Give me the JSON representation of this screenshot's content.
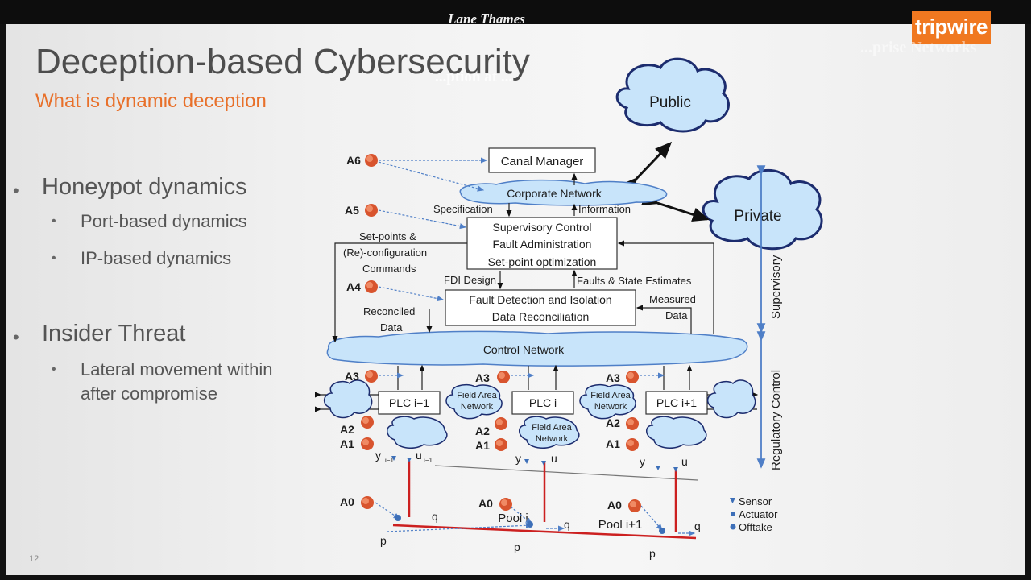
{
  "overlay": {
    "speaker": "Lane Thames",
    "logo": "tripwire",
    "ghost_right": "...prise Networks",
    "ghost_center": "...ption at ..."
  },
  "slide": {
    "title": "Deception-based Cybersecurity",
    "subtitle": "What is dynamic deception",
    "page_number": "12",
    "bullets": [
      {
        "text": "Honeypot dynamics",
        "sub": [
          "Port-based dynamics",
          "IP-based dynamics"
        ]
      },
      {
        "text": "Insider Threat",
        "sub": [
          "Lateral movement within",
          "after compromise"
        ]
      }
    ]
  },
  "diagram": {
    "clouds": {
      "public": "Public",
      "private": "Private",
      "corporate": "Corporate Network",
      "control": "Control Network"
    },
    "boxes": {
      "canal": "Canal Manager",
      "supervisory": [
        "Supervisory Control",
        "Fault Administration",
        "Set-point optimization"
      ],
      "fdi": [
        "Fault Detection and Isolation",
        "Data Reconciliation"
      ],
      "plc1": "PLC i−1",
      "plc2": "PLC i",
      "plc3": "PLC i+1"
    },
    "labels": {
      "spec": "Specification",
      "info": "Information",
      "setpoints": [
        "Set-points &",
        "(Re)-configuration",
        "Commands"
      ],
      "fdi_design": "FDI Design",
      "faults": "Faults & State Estimates",
      "reconciled": [
        "Reconciled",
        "Data"
      ],
      "measured": [
        "Measured",
        "Data"
      ],
      "field_area": [
        "Field Area",
        "Network"
      ],
      "supervisory_side": "Supervisory",
      "regulatory_side": "Regulatory Control",
      "pool_i": "Pool i",
      "pool_i1": "Pool i+1",
      "yd": [
        "y",
        "i−1"
      ],
      "u": [
        "u",
        "i−1"
      ],
      "qs": [
        "q",
        "q",
        "q"
      ],
      "ps": [
        "p",
        "p",
        "p"
      ]
    },
    "attackers": [
      "A6",
      "A5",
      "A4",
      "A3",
      "A3",
      "A3",
      "A2",
      "A1",
      "A2",
      "A1",
      "A2",
      "A1",
      "A0",
      "A0",
      "A0"
    ],
    "legend": [
      "Sensor",
      "Actuator",
      "Offtake"
    ]
  },
  "colors": {
    "accent": "#e8702a",
    "cloud": "#c8e4fa",
    "cloud_stroke": "#1c2c6e",
    "pipe": "#cc2020",
    "arrow_blue": "#4f7fc7"
  }
}
